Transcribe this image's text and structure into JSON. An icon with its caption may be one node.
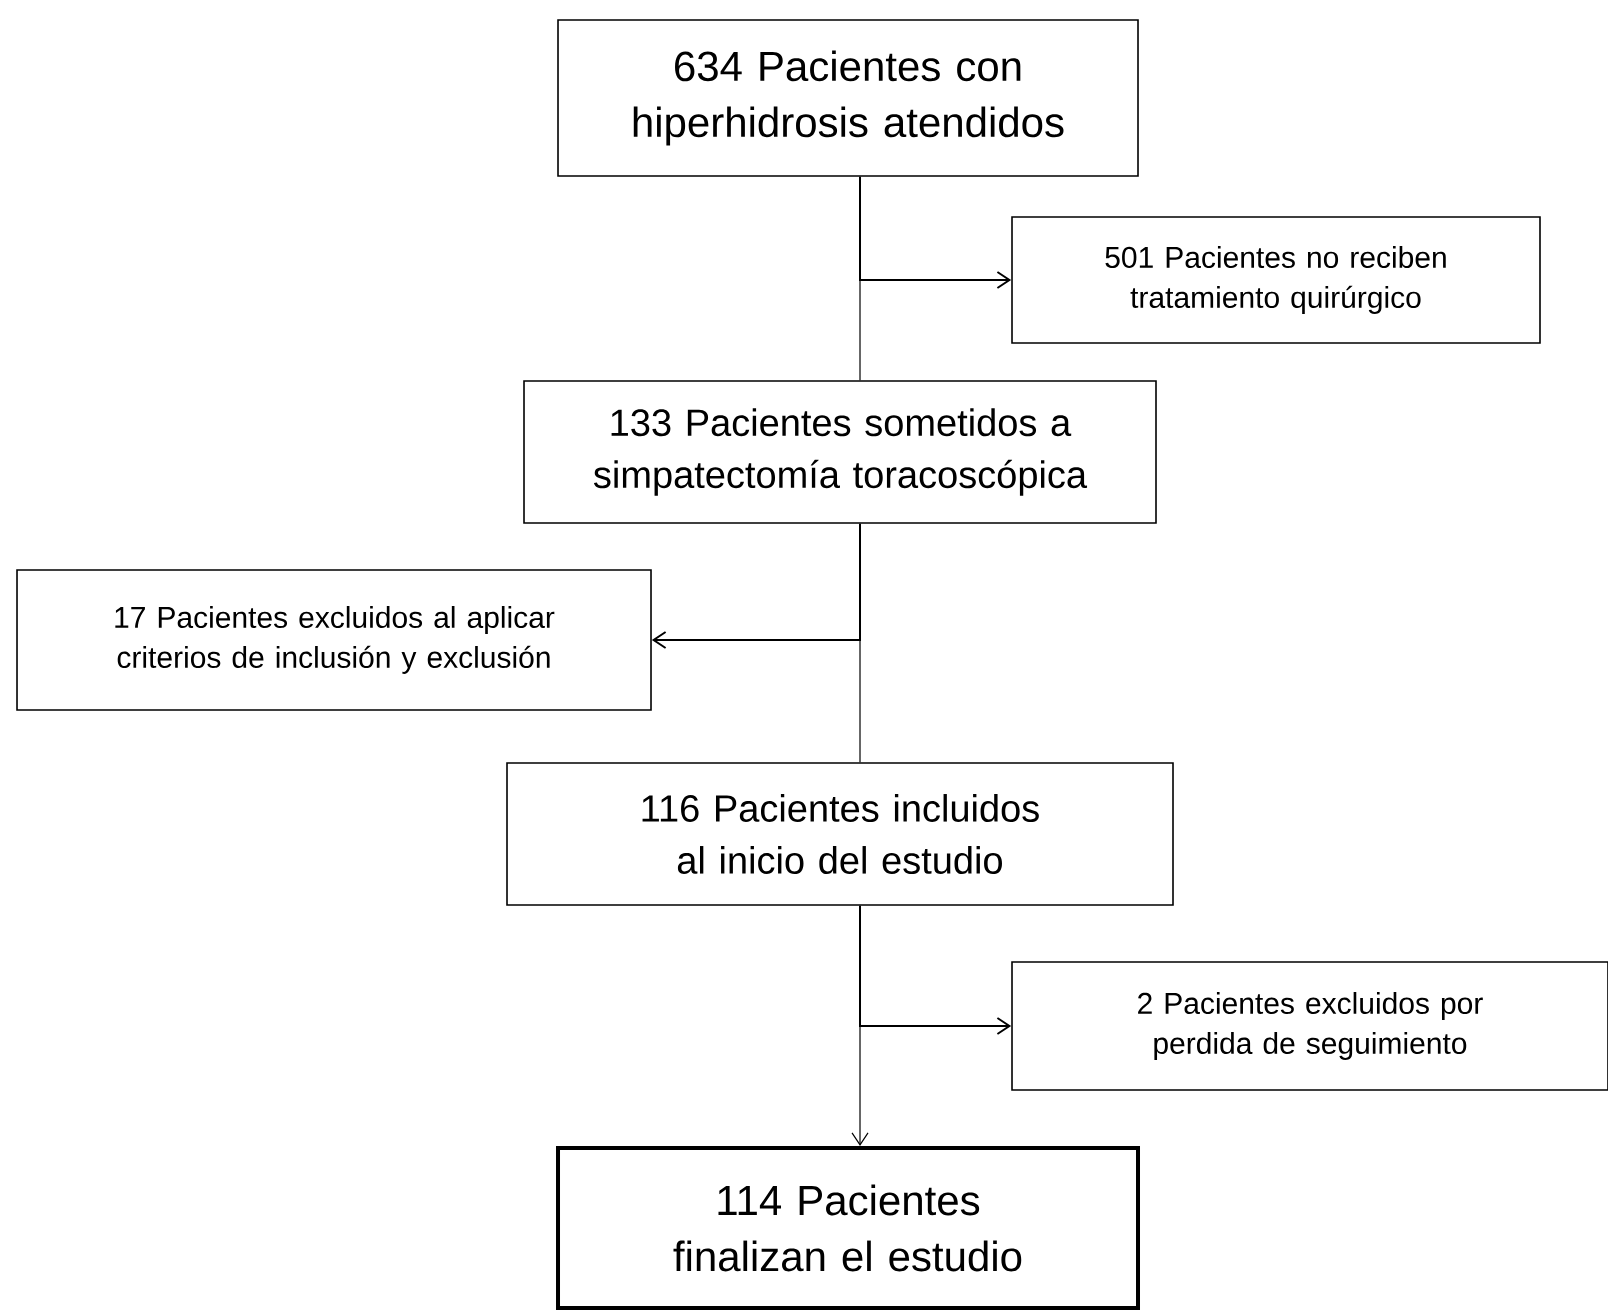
{
  "diagram": {
    "nodes": [
      {
        "text": [
          "634 Pacientes con hiperhidrosis atendidos"
        ]
      },
      {
        "text": [
          "501 Pacientes no reciben tratamiento quirúrgico"
        ]
      },
      {
        "text": [
          "133 Pacientes sometidos a simpatectomía toracoscópica"
        ]
      },
      {
        "text": [
          "17 Pacientes excluidos al aplicar criterios de inclusión y exclusión"
        ]
      },
      {
        "text": [
          "116 Pacientes incluidos al inicio del estudio"
        ]
      },
      {
        "text": [
          "2 Pacientes excluidos por perdida de seguimiento"
        ]
      },
      {
        "text": [
          "114 Pacientes finalizan el estudio"
        ]
      }
    ],
    "edges": [
      {
        "from": 0,
        "to": 1,
        "arrow": "to"
      },
      {
        "from": 0,
        "to": 2,
        "arrow": "none"
      },
      {
        "from": 2,
        "to": 3,
        "arrow": "to"
      },
      {
        "from": 2,
        "to": 4,
        "arrow": "none"
      },
      {
        "from": 4,
        "to": 5,
        "arrow": "to"
      },
      {
        "from": 4,
        "to": 6,
        "arrow": "to"
      }
    ]
  }
}
